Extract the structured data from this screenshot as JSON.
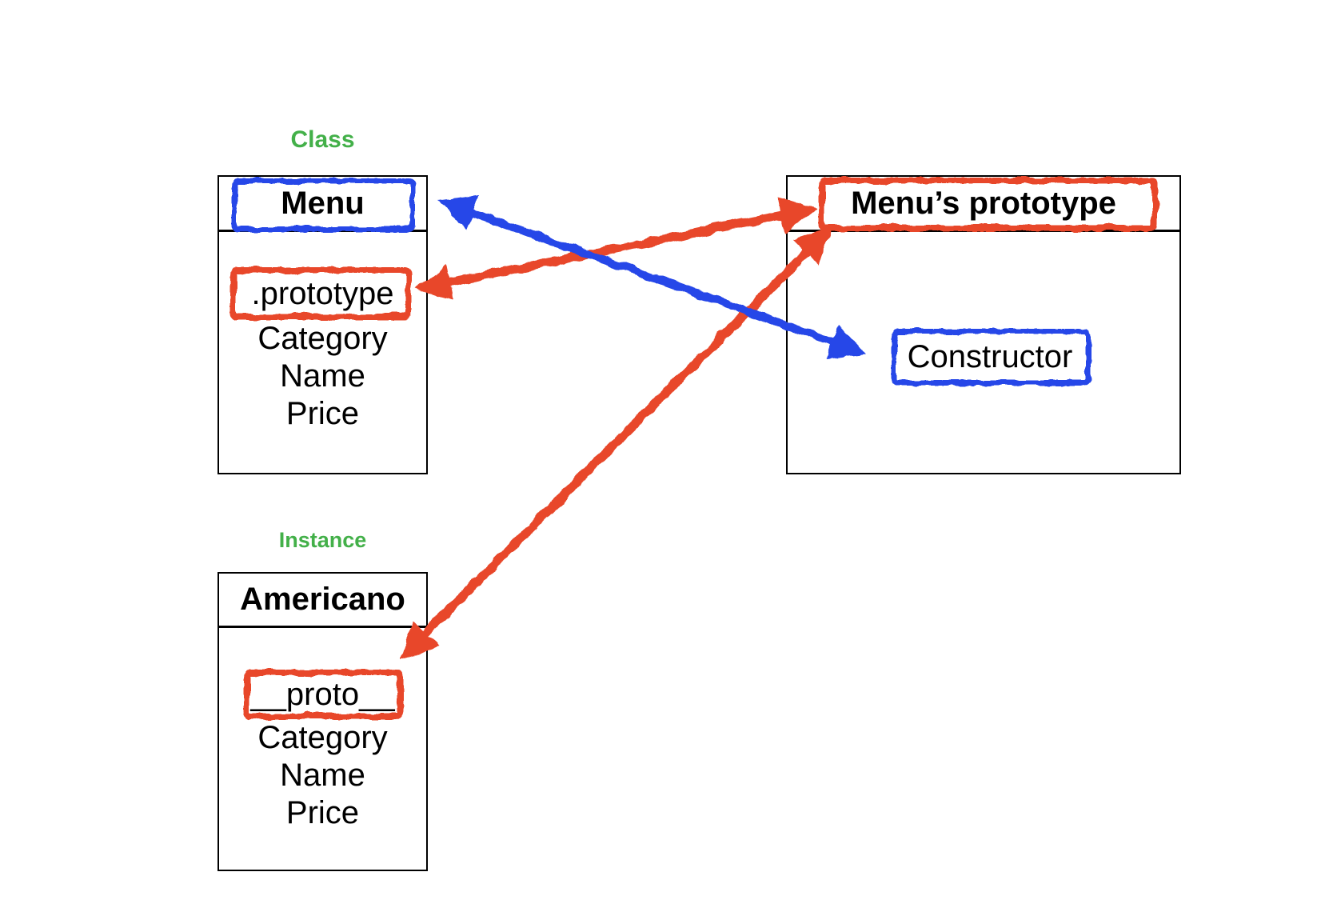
{
  "colors": {
    "red": "#E8472B",
    "blue": "#2647E8",
    "green": "#43B049",
    "ink": "#000000"
  },
  "labels": {
    "class": "Class",
    "instance": "Instance"
  },
  "menu_box": {
    "title": "Menu",
    "fields": [
      ".prototype",
      "Category",
      "Name",
      "Price"
    ]
  },
  "prototype_box": {
    "title": "Menu’s prototype",
    "constructor_label": "Constructor"
  },
  "instance_box": {
    "title": "Americano",
    "fields": [
      "__proto__",
      "Category",
      "Name",
      "Price"
    ]
  },
  "arrows": [
    {
      "id": "prototype-link",
      "color": "red",
      "from": "Menu .prototype",
      "to": "Menu’s prototype",
      "heads": "both"
    },
    {
      "id": "proto-link",
      "color": "red",
      "from": "Americano __proto__",
      "to": "Menu’s prototype",
      "heads": "both"
    },
    {
      "id": "constructor-link",
      "color": "blue",
      "from": "Constructor",
      "to": "Menu",
      "heads": "both"
    }
  ]
}
